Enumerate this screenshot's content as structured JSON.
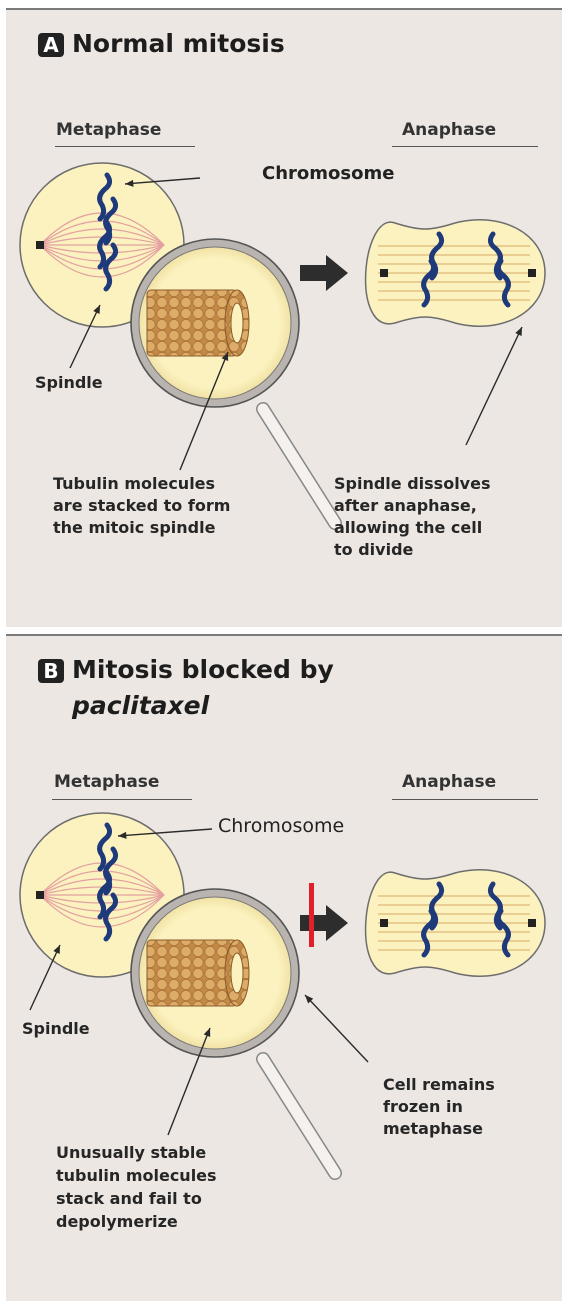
{
  "panel_a": {
    "badge": "A",
    "title": "Normal mitosis",
    "metaphase_label": "Metaphase",
    "anaphase_label": "Anaphase",
    "chromosome_label": "Chromosome",
    "spindle_label": "Spindle",
    "tubulin_note": [
      "Tubulin molecules",
      "are stacked to form",
      "the mitoic spindle"
    ],
    "dissolve_note": [
      "Spindle dissolves",
      "after anaphase,",
      "allowing the cell",
      "to divide"
    ]
  },
  "panel_b": {
    "badge": "B",
    "title_line1": "Mitosis blocked by",
    "title_line2": "paclitaxel",
    "metaphase_label": "Metaphase",
    "anaphase_label": "Anaphase",
    "chromosome_label": "Chromosome",
    "spindle_label": "Spindle",
    "frozen_note": [
      "Cell remains",
      "frozen in",
      "metaphase"
    ],
    "stable_note": [
      "Unusually stable",
      "tubulin molecules",
      "stack and fail to",
      "depolymerize"
    ]
  },
  "colors": {
    "panel_bg": "#ede7e3",
    "cell_fill": "#fbf2c0",
    "chromosome": "#1f3a7a",
    "tubule": "#d9a860",
    "spindle_fiber": "#e4a0a0",
    "arrow": "#2d2d2d",
    "block_bar": "#e0202a"
  },
  "icons": [
    "magnifying-glass-icon",
    "block-arrow-icon",
    "blocked-arrow-icon"
  ]
}
